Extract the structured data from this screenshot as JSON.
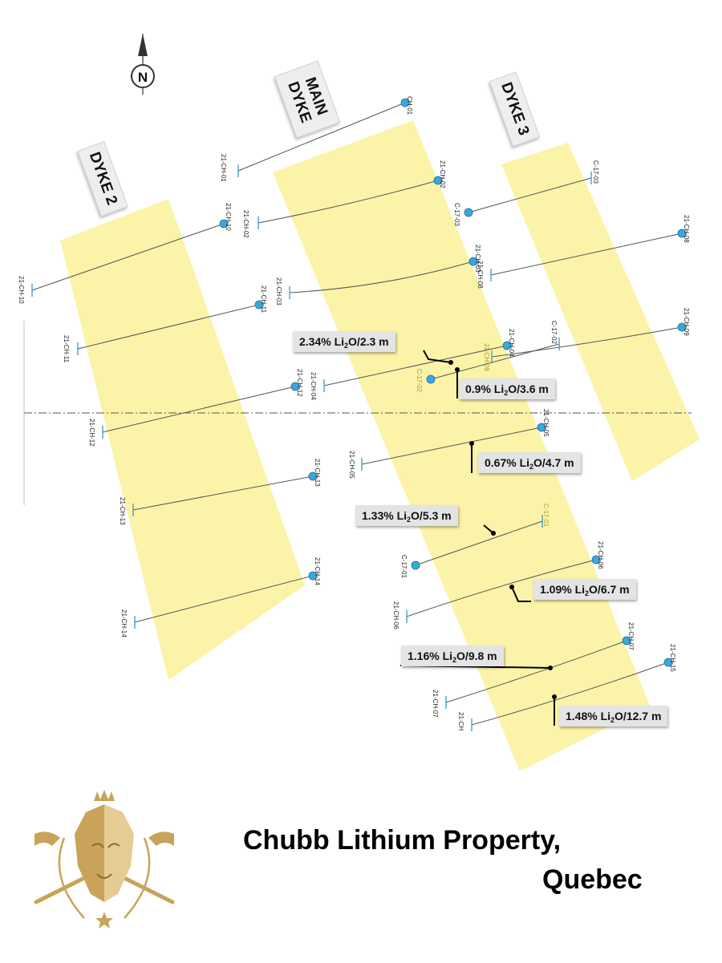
{
  "map": {
    "dyke_labels": {
      "dyke2": "DYKE 2",
      "main_dyke": "MAIN\nDYKE",
      "dyke3": "DYKE 3"
    },
    "north_arrow": "N",
    "colors": {
      "dyke_fill": "#fbf3a8",
      "collar": "#3ba6dd",
      "pierce_point": "#000000",
      "highlight_label": "#a39a2a"
    },
    "drill_holes": [
      {
        "id": "CH-01",
        "collar": "CH-01",
        "trace_end": "21-CH-01"
      },
      {
        "id": "CH-02",
        "collar": "21-CH-02",
        "trace_end": "21-CH-02"
      },
      {
        "id": "CH-10",
        "collar": "21-CH-10",
        "trace_end": "21-CH-10"
      },
      {
        "id": "C-17-03",
        "collar": "C-17-03",
        "trace_end": "C-17-03"
      },
      {
        "id": "CH-08",
        "collar": "21-CH-08",
        "trace_end": "21-CH-08"
      },
      {
        "id": "CH-03",
        "collar": "21-CH-03",
        "trace_end": "21-CH-03"
      },
      {
        "id": "CH-11",
        "collar": "21-CH-11",
        "trace_end": "21-CH-11"
      },
      {
        "id": "CH-09",
        "collar": "21-CH-09",
        "trace_end": "21-CH-09"
      },
      {
        "id": "C-17-02",
        "collar": "C-17-02",
        "trace_end": "C-17-02"
      },
      {
        "id": "CH-04",
        "collar": "21-CH-04",
        "trace_end": "21-CH-04"
      },
      {
        "id": "CH-12",
        "collar": "21-CH-12",
        "trace_end": "21-CH-12"
      },
      {
        "id": "CH-05",
        "collar": "21-CH-05",
        "trace_end": "21-CH-05"
      },
      {
        "id": "CH-13",
        "collar": "21-CH-13",
        "trace_end": "21-CH-13"
      },
      {
        "id": "C-17-01",
        "collar": "C-17-01",
        "trace_end": "C-17-01"
      },
      {
        "id": "CH-06",
        "collar": "21-CH-06",
        "trace_end": "21-CH-06"
      },
      {
        "id": "CH-14",
        "collar": "21-CH-14",
        "trace_end": "21-CH-14"
      },
      {
        "id": "CH-07",
        "collar": "21-CH-07",
        "trace_end": "21-CH-07"
      },
      {
        "id": "CH-15",
        "collar": "21-CH-15",
        "trace_end": "21-CH"
      }
    ],
    "assays": [
      {
        "id": "a1",
        "pre": "2.34% Li",
        "sub": "2",
        "post": "O/2.3 m"
      },
      {
        "id": "a2",
        "pre": "0.9% Li",
        "sub": "2",
        "post": "O/3.6 m"
      },
      {
        "id": "a3",
        "pre": "0.67% Li",
        "sub": "2",
        "post": "O/4.7 m"
      },
      {
        "id": "a4",
        "pre": "1.33% Li",
        "sub": "2",
        "post": "O/5.3 m"
      },
      {
        "id": "a5",
        "pre": "1.09% Li",
        "sub": "2",
        "post": "O/6.7 m"
      },
      {
        "id": "a6",
        "pre": "1.16% Li",
        "sub": "2",
        "post": "O/9.8 m"
      },
      {
        "id": "a7",
        "pre": "1.48% Li",
        "sub": "2",
        "post": "O/12.7 m"
      }
    ]
  },
  "footer": {
    "title_line1": "Chubb Lithium Property,",
    "title_line2": "Quebec",
    "logo_colors": {
      "gold": "#c9a35a",
      "light_gold": "#e5cc95"
    }
  }
}
